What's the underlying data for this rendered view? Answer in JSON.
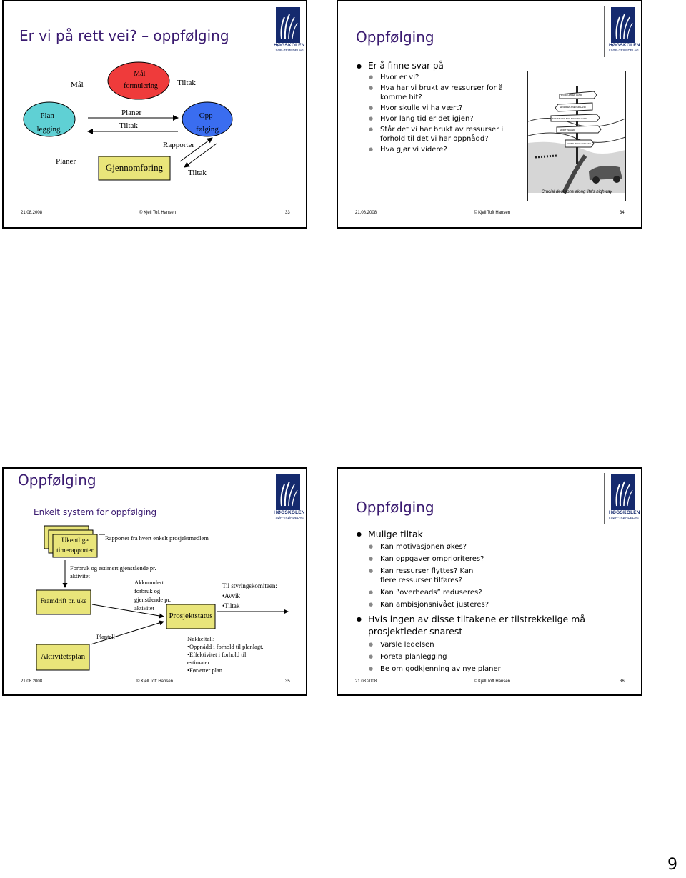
{
  "slide33": {
    "title": "Er vi på rett vei? – oppfølging",
    "nodes": {
      "planlegging": "Plan- legging",
      "maalformulering": "Mål- formulering",
      "oppfolging": "Opp- følging",
      "gjennomforing": "Gjennomføring"
    },
    "labels": {
      "maal": "Mål",
      "tiltak_top": "Tiltak",
      "planer_mid": "Planer",
      "tiltak_mid": "Tiltak",
      "rapporter": "Rapporter",
      "planer_low": "Planer",
      "tiltak_low": "Tiltak"
    },
    "footer": {
      "date": "21.08.2008",
      "author": "© Kjell Toft Hansen",
      "num": "33"
    }
  },
  "slide34": {
    "title": "Oppfølging",
    "bullet": "Er å finne svar på",
    "subs": [
      "Hvor er vi?",
      "Hva har vi brukt av ressurser for å komme hit?",
      "Hvor skulle vi ha vært?",
      "Hvor lang tid er det igjen?",
      "Står det vi har brukt av ressurser i forhold til det vi har oppnådd?",
      "Hva gjør vi videre?"
    ],
    "cartoon": {
      "signs": [
        "HVOR HØRER LAND",
        "NEVER ENJ NEVER LAND",
        "SOMETHING BUT NOTHING LAND",
        "SPIRIT ISLAND",
        "THAT'S WHAT YOU GET"
      ],
      "caption": "Crucial decisions along life's highway"
    },
    "footer": {
      "date": "21.08.2008",
      "author": "© Kjell Toft Hansen",
      "num": "34"
    }
  },
  "slide35": {
    "title": "Oppfølging",
    "subtitle": "Enkelt system for oppfølging",
    "boxes": {
      "ukentlige": "Ukentlige timerapporter",
      "framdrift": "Framdrift pr. uke",
      "aktivitetsplan": "Aktivitetsplan",
      "prosjektstatus": "Prosjektstatus"
    },
    "labels": {
      "rapporter": "Rapporter fra hvert enkelt prosjektmedlem",
      "forbruk": "Forbruk og estimert gjenstående pr. aktivitet",
      "akkumulert": "Akkumulert forbruk og gjenstående pr. aktivitet",
      "plantall": "Plantall",
      "styring_head": "Til styringskomiteen:",
      "styring_items": [
        "•Avvik",
        "•Tiltak"
      ],
      "nokkel_head": "Nøkkeltall:",
      "nokkel_items": [
        "•Oppnådd i forhold til planlagt.",
        "•Effektivitet i forhold til estimater.",
        "•Før/etter plan"
      ]
    },
    "footer": {
      "date": "21.08.2008",
      "author": "© Kjell Toft Hansen",
      "num": "35"
    }
  },
  "slide36": {
    "title": "Oppfølging",
    "bullet1": "Mulige tiltak",
    "subs1": [
      "Kan motivasjonen økes?",
      "Kan oppgaver omprioriteres?",
      "Kan ressurser flyttes? Kan flere ressurser tilføres?",
      "Kan ”overheads” reduseres?",
      "Kan ambisjonsnivået justeres?"
    ],
    "bullet2": "Hvis ingen av disse tiltakene er tilstrekkelige må prosjektleder snarest",
    "subs2": [
      "Varsle ledelsen",
      "Foreta planlegging",
      "Be om godkjenning av nye planer"
    ],
    "footer": {
      "date": "21.08.2008",
      "author": "© Kjell Toft Hansen",
      "num": "36"
    }
  },
  "logo": {
    "line1": "HØGSKOLEN",
    "line2": "I SØR-TRØNDELAG"
  },
  "colors": {
    "title": "#3a1a70",
    "teal": "#5fd0d4",
    "red": "#ef3b3b",
    "blue": "#3a6df0",
    "olive": "#e9e57a",
    "logo": "#152a6e"
  },
  "page_number": "9"
}
